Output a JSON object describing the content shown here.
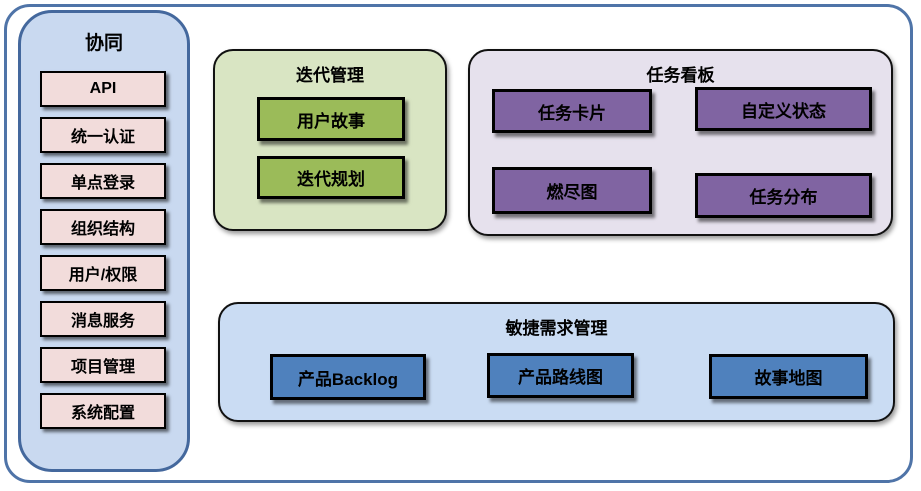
{
  "diagram": {
    "type": "feature-map",
    "background": "#ffffff"
  },
  "colors": {
    "frame_border": "#4f74a8",
    "sidebar_fill": "#c9d9f0",
    "sidebar_border": "#44689d",
    "sidebar_item_fill": "#f2dcdb",
    "iteration_panel_fill": "#d9e5c3",
    "iteration_item_fill": "#9bbb59",
    "taskboard_panel_fill": "#e6e1ed",
    "taskboard_item_fill": "#8064a2",
    "agile_panel_fill": "#cadcf3",
    "agile_item_fill": "#4f81bd",
    "box_border": "#000000",
    "text": "#000000"
  },
  "sidebar": {
    "title": "协同",
    "items": [
      "API",
      "统一认证",
      "单点登录",
      "组织结构",
      "用户/权限",
      "消息服务",
      "项目管理",
      "系统配置"
    ]
  },
  "panels": {
    "iteration": {
      "title": "迭代管理",
      "items": [
        "用户故事",
        "迭代规划"
      ]
    },
    "taskboard": {
      "title": "任务看板",
      "items": [
        "任务卡片",
        "自定义状态",
        "燃尽图",
        "任务分布"
      ]
    },
    "agile": {
      "title": "敏捷需求管理",
      "items": [
        "产品Backlog",
        "产品路线图",
        "故事地图"
      ]
    }
  }
}
